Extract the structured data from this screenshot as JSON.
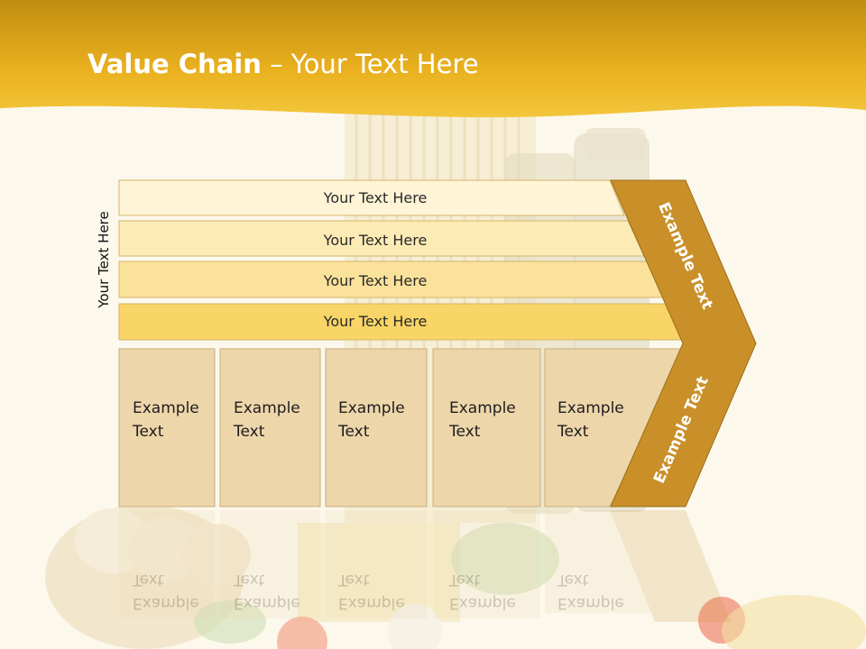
{
  "title": {
    "bold": "Value Chain",
    "rest": " – Your Text Here"
  },
  "side_label": "Your Text Here",
  "rows": [
    "Your Text Here",
    "Your Text Here",
    "Your Text Here",
    "Your Text Here"
  ],
  "columns": [
    {
      "line1": "Example",
      "line2": "Text"
    },
    {
      "line1": "Example",
      "line2": "Text"
    },
    {
      "line1": "Example",
      "line2": "Text"
    },
    {
      "line1": "Example",
      "line2": "Text"
    },
    {
      "line1": "Example",
      "line2": "Text"
    }
  ],
  "arrow": {
    "upper_label": "Example Text",
    "lower_label": "Example Text"
  },
  "colors": {
    "header": "#f0b92a",
    "arrow": "#c9902a",
    "row_fills": [
      "#fff4d6",
      "#fdebb5",
      "#fbe29b",
      "#f8d566"
    ],
    "column_fill": "#eed6ab"
  }
}
